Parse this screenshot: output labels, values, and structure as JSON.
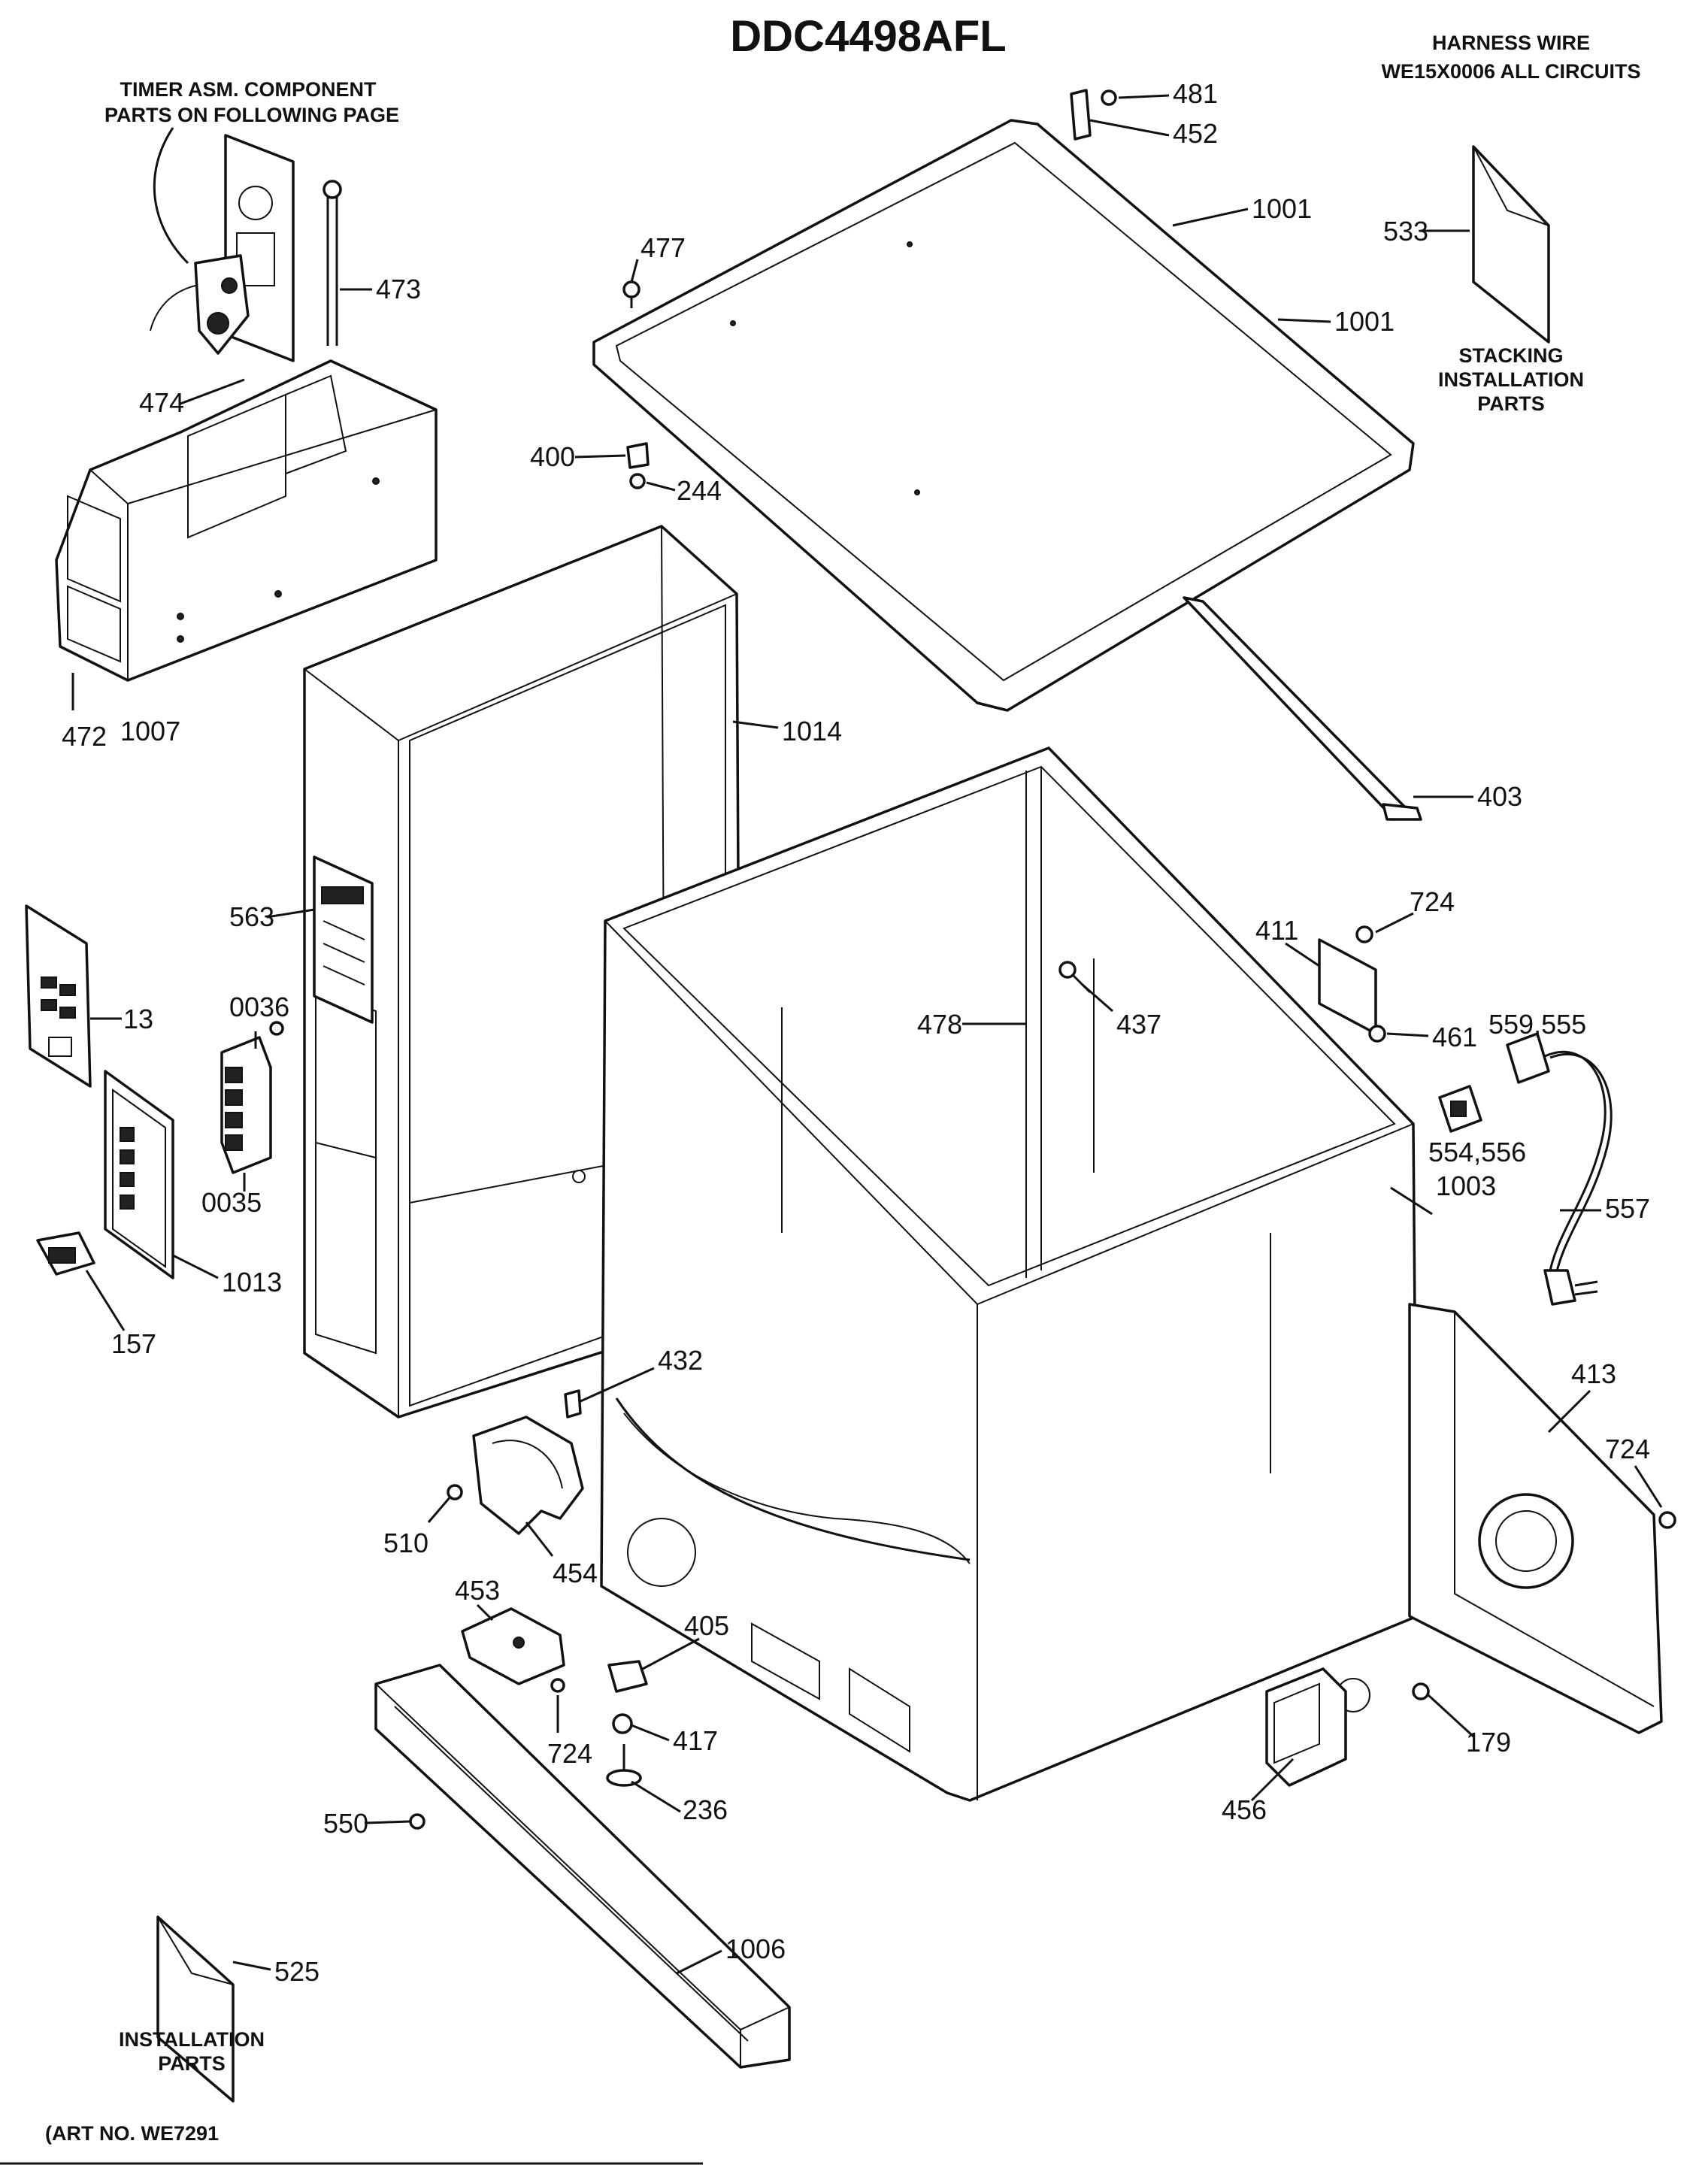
{
  "header": {
    "model": "DDC4498AFL",
    "harness_line1": "HARNESS WIRE",
    "harness_line2": "WE15X0006 ALL CIRCUITS"
  },
  "notes": {
    "timer_line1": "TIMER ASM. COMPONENT",
    "timer_line2": "PARTS ON FOLLOWING PAGE",
    "stacking_line1": "STACKING",
    "stacking_line2": "INSTALLATION",
    "stacking_line3": "PARTS",
    "install_line1": "INSTALLATION",
    "install_line2": "PARTS"
  },
  "footer": {
    "art_no": "(ART NO. WE7291"
  },
  "callouts": {
    "c481": "481",
    "c452": "452",
    "c1001a": "1001",
    "c1001b": "1001",
    "c533": "533",
    "c477": "477",
    "c473": "473",
    "c474": "474",
    "c400": "400",
    "c244": "244",
    "c472": "472",
    "c1007": "1007",
    "c1014": "1014",
    "c403": "403",
    "c563": "563",
    "c13": "13",
    "c0036": "0036",
    "c0035": "0035",
    "c1013": "1013",
    "c157": "157",
    "c478": "478",
    "c437": "437",
    "c411": "411",
    "c724a": "724",
    "c461": "461",
    "c559": "559,555",
    "c554": "554,556",
    "c1003": "1003",
    "c557": "557",
    "c432": "432",
    "c413": "413",
    "c724b": "724",
    "c510": "510",
    "c454": "454",
    "c453": "453",
    "c405": "405",
    "c724c": "724",
    "c417": "417",
    "c236": "236",
    "c179": "179",
    "c550": "550",
    "c456": "456",
    "c525": "525",
    "c1006": "1006"
  }
}
